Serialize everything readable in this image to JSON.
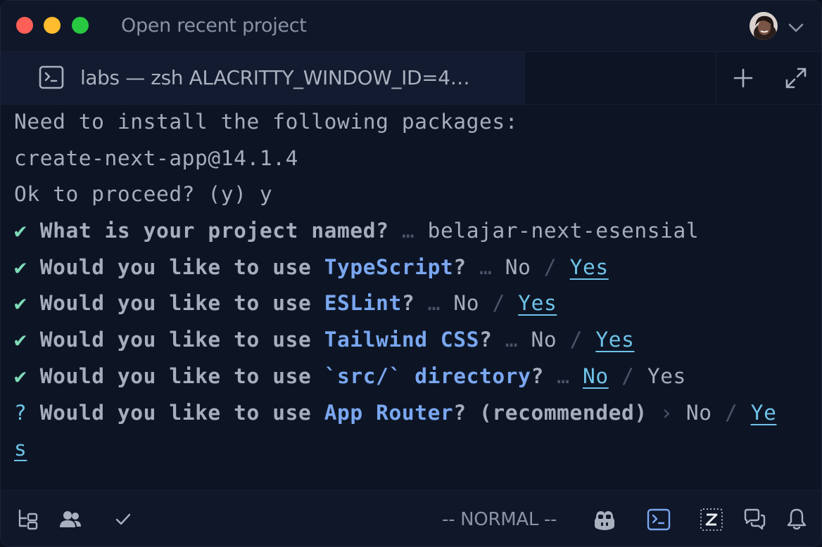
{
  "window": {
    "title": "Open recent project"
  },
  "tab": {
    "label": "labs — zsh ALACRITTY_WINDOW_ID=4…"
  },
  "terminal": {
    "line1": "Need to install the following packages:",
    "line2": "create-next-app@14.1.4",
    "line3": "Ok to proceed? (y) y",
    "q1": {
      "check": "✔",
      "prompt": "What is your project named?",
      "sep": "…",
      "answer": "belajar-next-esensial"
    },
    "q2": {
      "check": "✔",
      "prefix": "Would you like to use ",
      "highlight": "TypeScript",
      "suffix": "?",
      "sep": "…",
      "no": "No",
      "slash": "/",
      "yes": "Yes"
    },
    "q3": {
      "check": "✔",
      "prefix": "Would you like to use ",
      "highlight": "ESLint",
      "suffix": "?",
      "sep": "…",
      "no": "No",
      "slash": "/",
      "yes": "Yes"
    },
    "q4": {
      "check": "✔",
      "prefix": "Would you like to use ",
      "highlight": "Tailwind CSS",
      "suffix": "?",
      "sep": "…",
      "no": "No",
      "slash": "/",
      "yes": "Yes"
    },
    "q5": {
      "check": "✔",
      "prefix": "Would you like to use ",
      "highlight": "`src/` directory",
      "suffix": "?",
      "sep": "…",
      "no": "No",
      "slash": "/",
      "yes": "Yes"
    },
    "q6": {
      "mark": "?",
      "prefix": "Would you like to use ",
      "highlight": "App Router",
      "suffix": "? (recommended)",
      "sep": "›",
      "no": "No",
      "slash": "/",
      "yes_part1": "Ye",
      "yes_part2": "s"
    }
  },
  "statusbar": {
    "mode": "-- NORMAL --"
  },
  "icons": {
    "tab_icon": "terminal-icon",
    "plus": "plus-icon",
    "expand": "expand-icon",
    "chevron": "chevron-down-icon",
    "project_panel": "project-panel-icon",
    "collab": "users-icon",
    "diagnostics": "check-icon",
    "copilot": "copilot-icon",
    "terminal": "terminal-icon",
    "zed": "zed-icon",
    "chat": "chat-icon",
    "notifications": "bell-icon"
  },
  "colors": {
    "background": "#0d1525",
    "check": "#7fdbb6",
    "highlight": "#7aa7f0",
    "selected": "#6fc3e8"
  }
}
